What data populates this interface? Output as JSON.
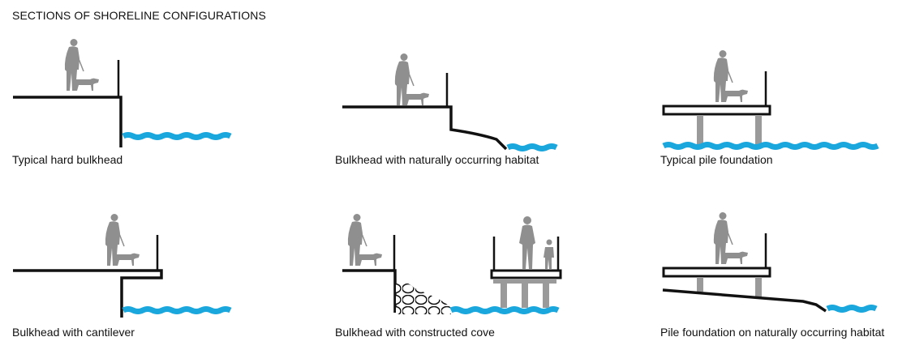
{
  "title": "SECTIONS OF SHORELINE CONFIGURATIONS",
  "panels": [
    {
      "caption": "Typical hard bulkhead"
    },
    {
      "caption": "Bulkhead with naturally occurring habitat"
    },
    {
      "caption": "Typical pile foundation"
    },
    {
      "caption": "Bulkhead with cantilever"
    },
    {
      "caption": "Bulkhead with constructed cove"
    },
    {
      "caption": "Pile foundation on naturally occurring habitat"
    }
  ],
  "colors": {
    "water": "#1aa7dd",
    "figure": "#8f8f8f",
    "line": "#111111",
    "pile": "#9a9a9a"
  }
}
